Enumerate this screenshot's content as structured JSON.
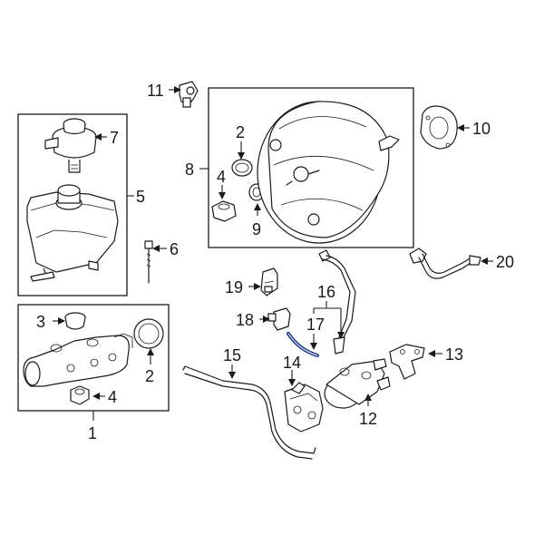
{
  "callouts": {
    "c1": "1",
    "c2a": "2",
    "c2b": "2",
    "c3": "3",
    "c4a": "4",
    "c4b": "4",
    "c5": "5",
    "c6": "6",
    "c7": "7",
    "c8": "8",
    "c9": "9",
    "c10": "10",
    "c11": "11",
    "c12": "12",
    "c13": "13",
    "c14": "14",
    "c15": "15",
    "c16": "16",
    "c17": "17",
    "c18": "18",
    "c19": "19",
    "c20": "20"
  },
  "colors": {
    "line": "#1a1a1a",
    "highlight": "#1f3a8a",
    "background": "#ffffff"
  }
}
